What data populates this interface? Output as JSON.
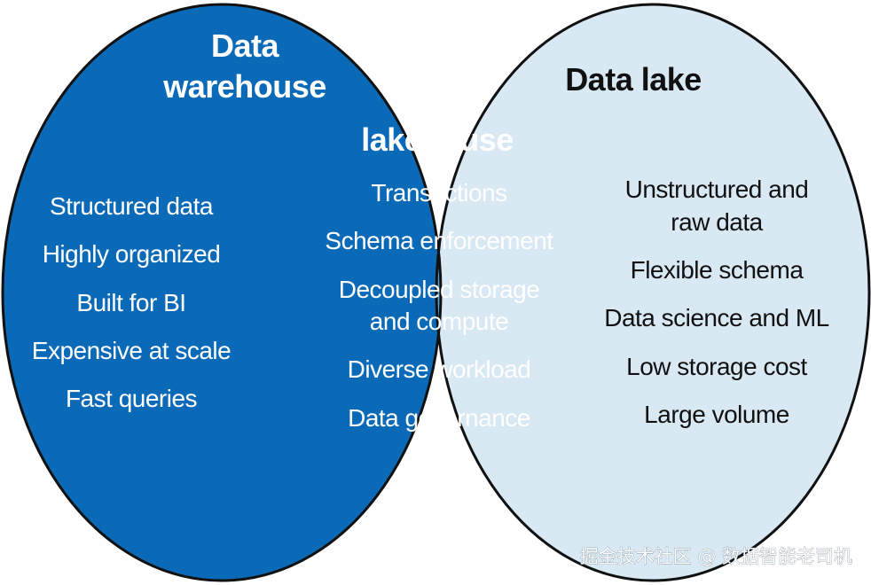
{
  "colors": {
    "warehouse_fill": "#0a6ab8",
    "lake_fill": "#d8e9f4",
    "lakehouse_fill": "#5aa3d3",
    "outline": "#111111",
    "light_text": "#ffffff",
    "dark_text": "#111111"
  },
  "warehouse": {
    "title_lines": [
      "Data",
      "warehouse"
    ],
    "items": [
      "Structured data",
      "Highly organized",
      "Built for BI",
      "Expensive at scale",
      "Fast queries"
    ]
  },
  "lakehouse": {
    "title_lines": [
      "Data",
      "lakehouse"
    ],
    "items": [
      "Transactions",
      "Schema enforcement",
      "Decoupled storage",
      "and compute",
      "Diverse workload",
      "Data governance"
    ]
  },
  "lake": {
    "title": "Data lake",
    "items": [
      "Unstructured and",
      "raw data",
      "Flexible schema",
      "Data science and ML",
      "Low storage cost",
      "Large volume"
    ]
  },
  "watermark": "掘金技术社区 @ 数据智能老司机"
}
